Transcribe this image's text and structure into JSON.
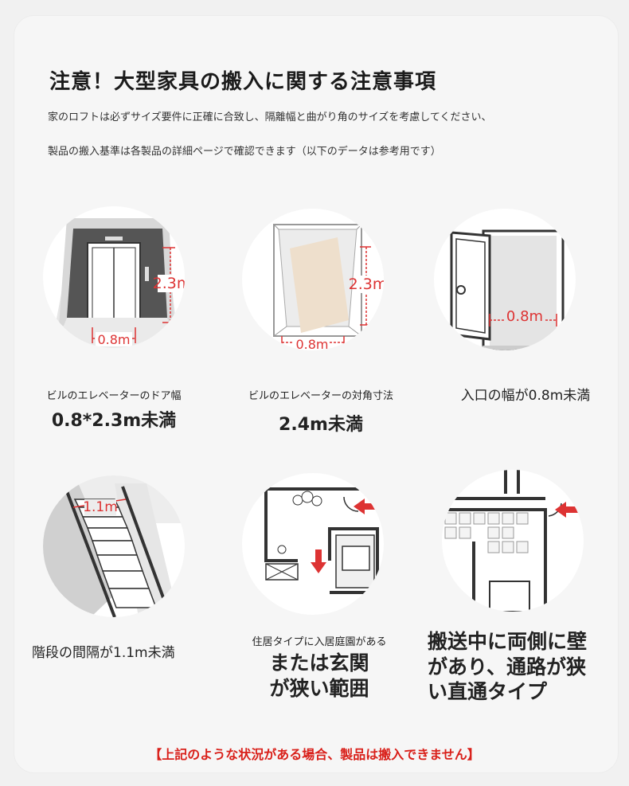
{
  "header": {
    "title": "注意！大型家具の搬入に関する注意事項",
    "note1": "家のロフトは必ずサイズ要件に正確に合致し、隔離幅と曲がり角のサイズを考慮してください、",
    "note2": "製品の搬入基準は各製品の詳細ページで確認できます（以下のデータは参考用です）"
  },
  "items": [
    {
      "label": "ビルのエレベーターのドア幅",
      "value": "0.8*2.3m未満",
      "dim_h": "2.3m",
      "dim_w": "0.8m"
    },
    {
      "label": "ビルのエレベーターの対角寸法",
      "value": "2.4m未満",
      "dim_h": "2.3m",
      "dim_w": "0.8m"
    },
    {
      "label": "入口の幅が0.8m未満",
      "dim_w": "0.8m"
    },
    {
      "label": "階段の間隔が1.1m未満",
      "dim": "1.1m"
    },
    {
      "label": "住居タイプに入居庭園がある",
      "value_line1": "または玄関",
      "value_line2": "が狭い範囲"
    },
    {
      "label_line1": "搬送中に両側に壁",
      "label_line2": "があり、通路が狭",
      "label_line3": "い直通タイプ"
    }
  ],
  "footer": {
    "warning": "【上記のような状況がある場合、製品は搬入できません】"
  },
  "colors": {
    "accent": "#d9201a",
    "background": "#f6f6f6"
  }
}
